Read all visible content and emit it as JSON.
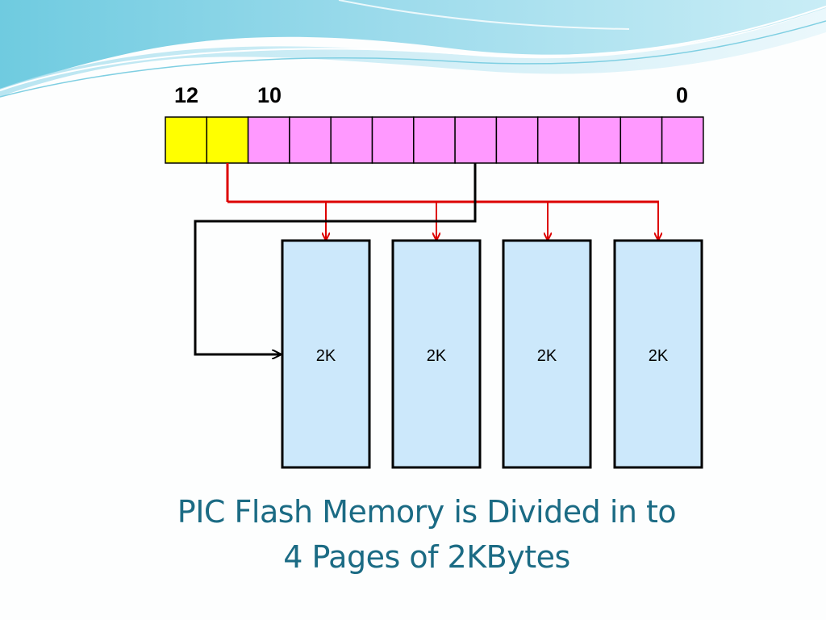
{
  "diagram": {
    "bit_labels": [
      "12",
      "10",
      "0"
    ],
    "colors": {
      "page_select_bits": "#ffff00",
      "address_bits": "#ff99ff",
      "page_fill": "#cce8fb",
      "page_select_arrows": "#dd0000",
      "address_arrow": "#000000",
      "caption": "#1b6b84"
    },
    "register": {
      "bit_count": 13,
      "page_select_bit_count": 2
    },
    "pages": [
      {
        "label": "2K"
      },
      {
        "label": "2K"
      },
      {
        "label": "2K"
      },
      {
        "label": "2K"
      }
    ]
  },
  "caption": {
    "line1": "PIC Flash Memory is Divided in to",
    "line2": "4 Pages of 2KBytes"
  }
}
